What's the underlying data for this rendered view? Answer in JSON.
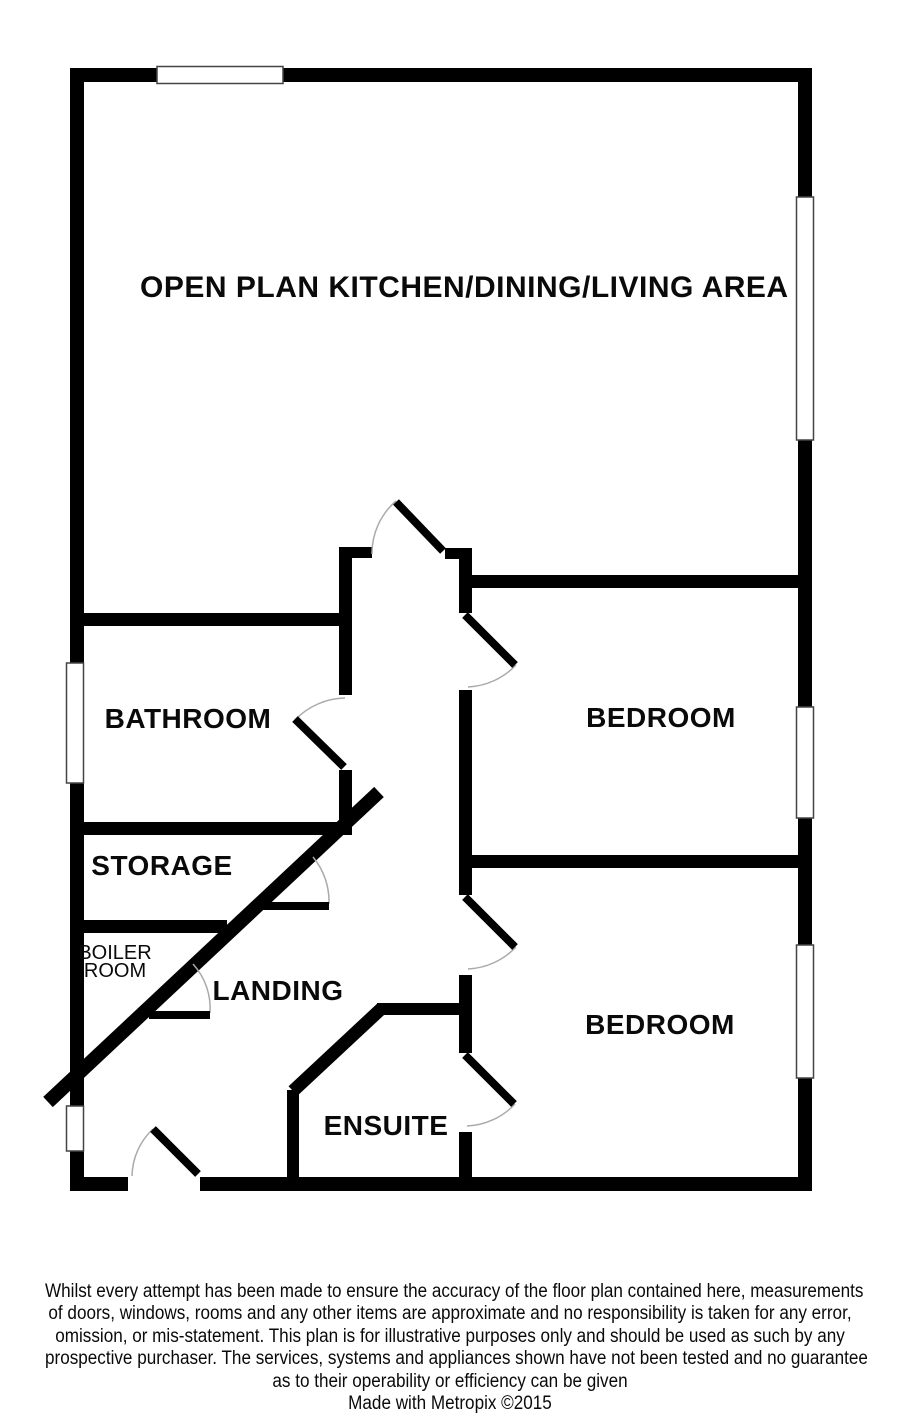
{
  "rooms": {
    "open_plan": "OPEN PLAN KITCHEN/DINING/LIVING AREA",
    "bathroom": "BATHROOM",
    "storage": "STORAGE",
    "boiler_line1": "BOILER",
    "boiler_line2": "ROOM",
    "landing": "LANDING",
    "ensuite": "ENSUITE",
    "bedroom1": "BEDROOM",
    "bedroom2": "BEDROOM"
  },
  "footer": {
    "disclaimer_lines": [
      "Whilst every attempt has been made to ensure the accuracy of the floor plan contained here, measurements",
      "of doors, windows, rooms and any other items are approximate and no responsibility is taken for any error,",
      "omission, or mis-statement. This plan is for illustrative purposes only and should be used as such by any",
      "prospective purchaser. The services, systems and appliances shown have not been tested and no guarantee",
      "as to their operability or efficiency can be given"
    ],
    "credit": "Made with Metropix ©2015"
  },
  "colors": {
    "wall": "#000000",
    "door_arc": "#aaaaaa",
    "window_border": "#444444",
    "background": "#ffffff",
    "text": "#0a0a0a"
  }
}
